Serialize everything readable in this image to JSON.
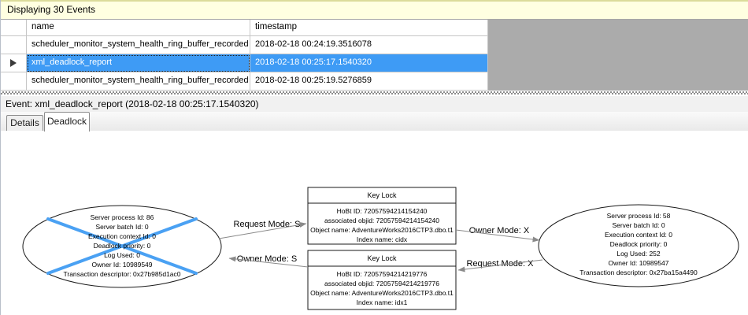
{
  "header": {
    "events_count_label": "Displaying 30 Events"
  },
  "events_table": {
    "columns": [
      "name",
      "timestamp"
    ],
    "rows": [
      {
        "name": "scheduler_monitor_system_health_ring_buffer_recorded",
        "timestamp": "2018-02-18 00:24:19.3516078"
      },
      {
        "name": "xml_deadlock_report",
        "timestamp": "2018-02-18 00:25:17.1540320"
      },
      {
        "name": "scheduler_monitor_system_health_ring_buffer_recorded",
        "timestamp": "2018-02-18 00:25:19.5276859"
      }
    ],
    "selected_row_index": 1
  },
  "event_detail": {
    "label": "Event: xml_deadlock_report (2018-02-18 00:25:17.1540320)"
  },
  "tabs": {
    "details": "Details",
    "deadlock": "Deadlock",
    "active": "Deadlock"
  },
  "deadlock_graph": {
    "victim_process": {
      "lines": [
        "Server process Id: 86",
        "Server batch Id: 0",
        "Execution context Id: 0",
        "Deadlock priority: 0",
        "Log Used: 0",
        "Owner Id: 10989549",
        "Transaction descriptor: 0x27b985d1ac0"
      ]
    },
    "surviving_process": {
      "lines": [
        "Server process Id: 58",
        "Server batch Id: 0",
        "Execution context Id: 0",
        "Deadlock priority: 0",
        "Log Used: 252",
        "Owner Id: 10989547",
        "Transaction descriptor: 0x27ba15a4490"
      ]
    },
    "lock_top": {
      "title": "Key Lock",
      "lines": [
        "HoBt ID: 72057594214154240",
        "associated objid: 72057594214154240",
        "Object name: AdventureWorks2016CTP3.dbo.t1",
        "Index name: cidx"
      ]
    },
    "lock_bottom": {
      "title": "Key Lock",
      "lines": [
        "HoBt ID: 72057594214219776",
        "associated objid: 72057594214219776",
        "Object name: AdventureWorks2016CTP3.dbo.t1",
        "Index name: idx1"
      ]
    },
    "edges": {
      "request_s": "Request Mode: S",
      "owner_s": "Owner Mode: S",
      "owner_x": "Owner Mode: X",
      "request_x": "Request Mode: X"
    }
  },
  "colors": {
    "selection_blue": "#3E9BF5",
    "victim_cross_blue": "#4AA1F3",
    "info_bar_yellow": "#FFFFE1",
    "grid_empty_gray": "#ABABAB"
  }
}
